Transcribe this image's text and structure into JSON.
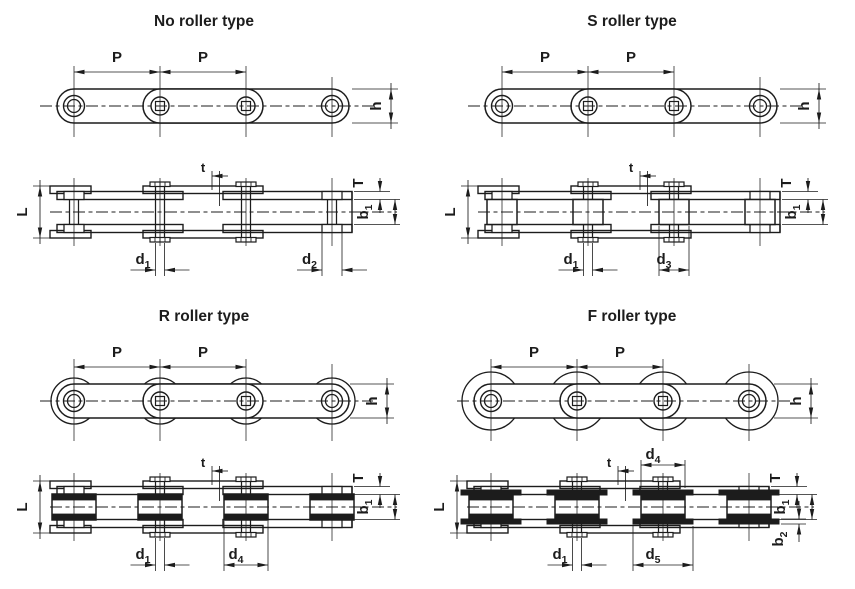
{
  "page": {
    "background": "#ffffff",
    "line_color": "#1c1c1c"
  },
  "quadrants": [
    {
      "id": "no-roller",
      "title": "No roller type",
      "labels": {
        "pitch_left": "P",
        "pitch_right": "P",
        "plate_height": "h",
        "pin_length": "L",
        "inner_plate_thickness": "t",
        "plate_thickness": "T",
        "inner_width": {
          "base": "b",
          "sub": "1"
        },
        "bottom_dims": [
          {
            "base": "d",
            "sub": "1"
          },
          {
            "base": "d",
            "sub": "2"
          }
        ]
      }
    },
    {
      "id": "s-roller",
      "title": "S roller type",
      "labels": {
        "pitch_left": "P",
        "pitch_right": "P",
        "plate_height": "h",
        "pin_length": "L",
        "inner_plate_thickness": "t",
        "plate_thickness": "T",
        "inner_width": {
          "base": "b",
          "sub": "1"
        },
        "bottom_dims": [
          {
            "base": "d",
            "sub": "1"
          },
          {
            "base": "d",
            "sub": "3"
          }
        ]
      }
    },
    {
      "id": "r-roller",
      "title": "R roller type",
      "labels": {
        "pitch_left": "P",
        "pitch_right": "P",
        "plate_height": "h",
        "pin_length": "L",
        "inner_plate_thickness": "t",
        "plate_thickness": "T",
        "inner_width": {
          "base": "b",
          "sub": "1"
        },
        "bottom_dims": [
          {
            "base": "d",
            "sub": "1"
          },
          {
            "base": "d",
            "sub": "4"
          }
        ]
      }
    },
    {
      "id": "f-roller",
      "title": "F roller type",
      "labels": {
        "pitch_left": "P",
        "pitch_right": "P",
        "plate_height": "h",
        "pin_length": "L",
        "inner_plate_thickness": "t",
        "plate_thickness": "T",
        "inner_width": {
          "base": "b",
          "sub": "1"
        },
        "roller_diameter": {
          "base": "d",
          "sub": "4"
        },
        "flange_thickness": {
          "base": "b",
          "sub": "2"
        },
        "bottom_dims": [
          {
            "base": "d",
            "sub": "1"
          },
          {
            "base": "d",
            "sub": "5"
          }
        ]
      }
    }
  ]
}
